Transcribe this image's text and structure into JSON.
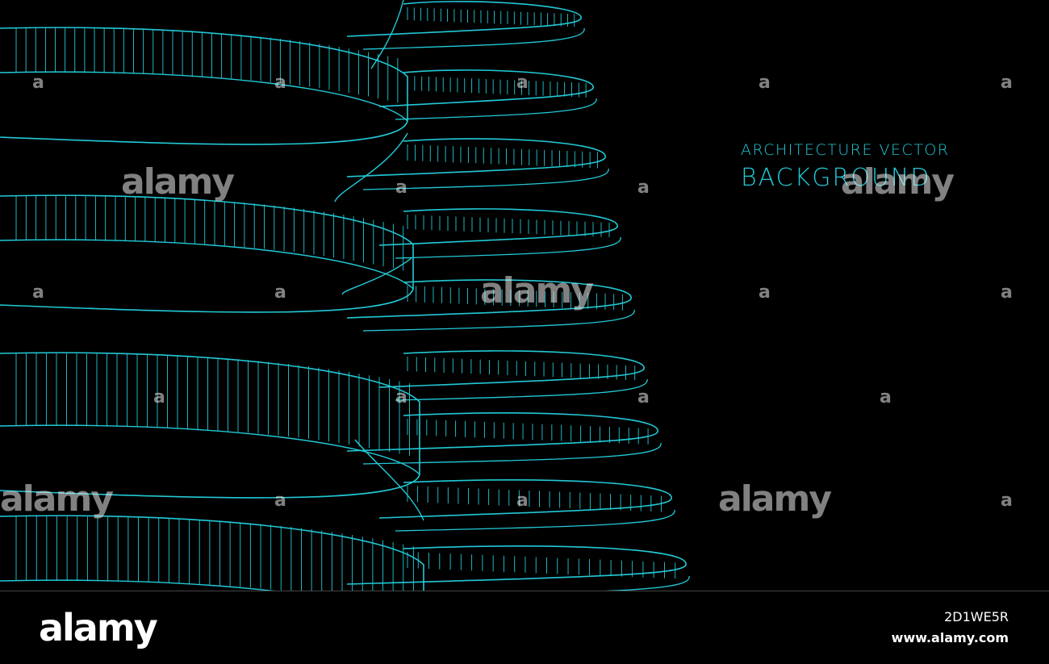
{
  "artwork": {
    "title_line1": "ARCHITECTURE VECTOR",
    "title_line2": "BACKGROUND",
    "accent_color": "#22c9d6",
    "background_color": "#000000"
  },
  "watermark": {
    "text": "alamy",
    "small_text": "a"
  },
  "footer": {
    "logo": "alamy",
    "image_id": "2D1WE5R",
    "url": "www.alamy.com"
  }
}
